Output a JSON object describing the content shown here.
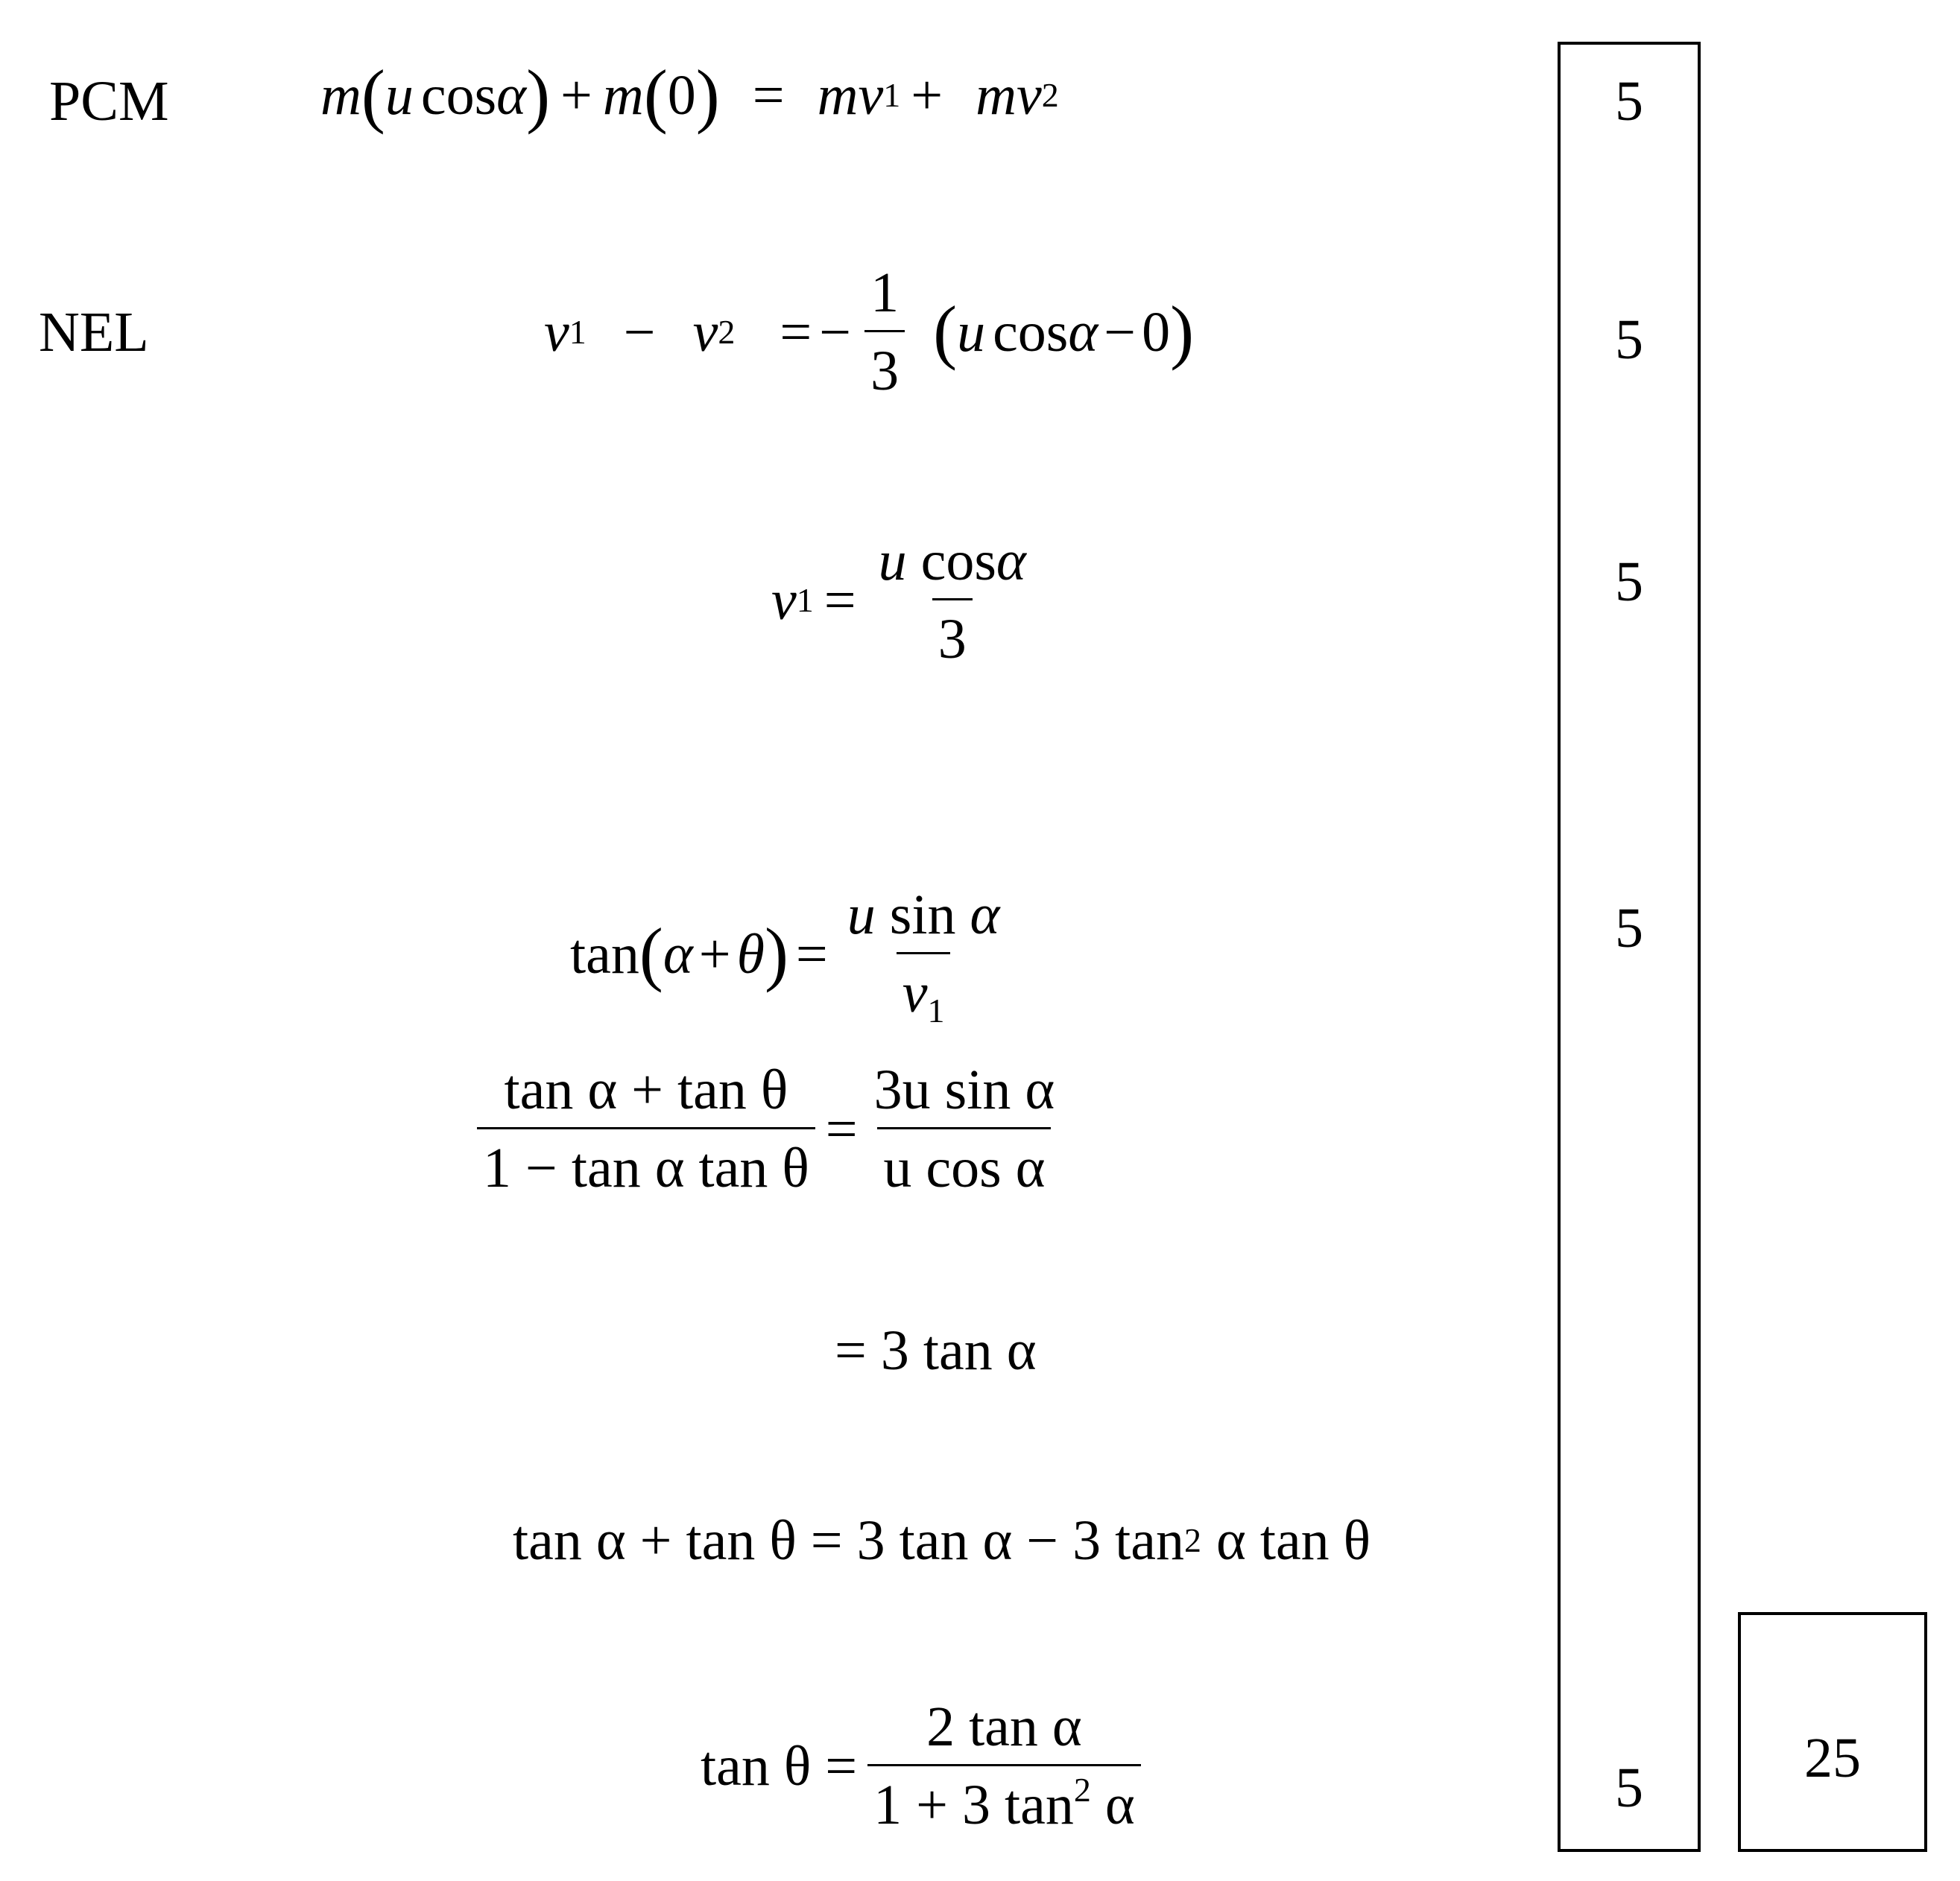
{
  "labels": {
    "pcm": "PCM",
    "nel": "NEL"
  },
  "equations": {
    "eq1": {
      "m": "m",
      "u": "u",
      "cos": "cos",
      "alpha": "α",
      "zero": "0",
      "plus": "+",
      "equals": "=",
      "v": "v",
      "sub1": "1",
      "sub2": "2"
    },
    "eq2": {
      "v": "v",
      "sub1": "1",
      "sub2": "2",
      "minus": "−",
      "equals": "=",
      "neg": "−",
      "num": "1",
      "den": "3",
      "u": "u",
      "cos": "cos",
      "alpha": "α",
      "zero": "0"
    },
    "eq3": {
      "v": "v",
      "sub1": "1",
      "equals": "=",
      "num_u": "u",
      "num_cos": "cos",
      "num_alpha": "α",
      "den": "3"
    },
    "eq4": {
      "tan": "tan",
      "alpha": "α",
      "plus": "+",
      "theta": "θ",
      "equals": "=",
      "num_u": "u",
      "num_sin": "sin",
      "num_alpha": "α",
      "den_v": "v",
      "den_sub": "1"
    },
    "eq5": {
      "num_left": "tan α + tan θ",
      "den_left": "1 − tan α tan θ",
      "equals": "=",
      "num_right": "3u sin α",
      "den_right": "u cos α"
    },
    "eq6": {
      "text": "= 3 tan α"
    },
    "eq7": {
      "left": "tan α + tan θ = 3 tan α − 3 tan",
      "sup": "2",
      "right": "α tan θ"
    },
    "eq8": {
      "lhs": "tan θ =",
      "num": "2 tan α",
      "den_pre": "1 + 3 tan",
      "den_sup": "2",
      "den_post": "α"
    }
  },
  "marks": {
    "m1": "5",
    "m2": "5",
    "m3": "5",
    "m4": "5",
    "m5": "5",
    "total": "25"
  }
}
